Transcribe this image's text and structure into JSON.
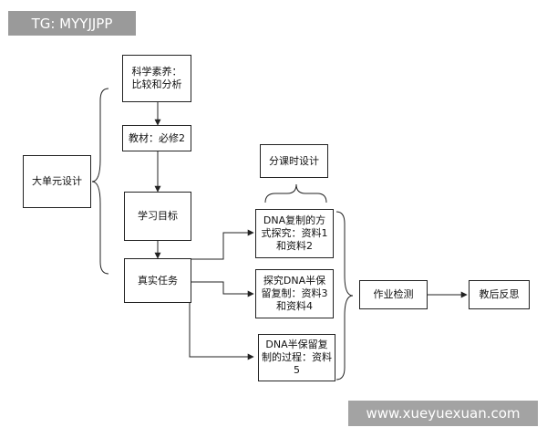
{
  "watermarks": {
    "top_left": "TG: MYYJJPP",
    "bottom_right": "www.xueyuexuan.com"
  },
  "nodes": {
    "big_unit": "大单元设计",
    "literacy": "科学素养：\n比较和分析",
    "textbook": "教材：必修2",
    "goals": "学习目标",
    "tasks": "真实任务",
    "lesson_design": "分课时设计",
    "lesson1": "DNA复制的方式探究：资料1和资料2",
    "lesson2": "探究DNA半保留复制：资料3和资料4",
    "lesson3": "DNA半保留复制的过程：资料5",
    "homework": "作业检测",
    "reflection": "教后反思"
  },
  "colors": {
    "stroke": "#222222",
    "watermark_bg": "#9a9a9a"
  }
}
